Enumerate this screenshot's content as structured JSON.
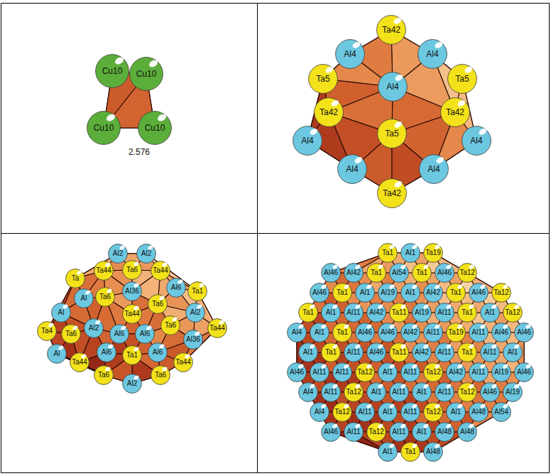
{
  "diagram": {
    "nodes": [
      {
        "text": [
          "Cu10"
        ]
      },
      {
        "text": [
          "Cu10"
        ]
      },
      {
        "text": [
          "Cu10"
        ]
      },
      {
        "text": [
          "Cu10"
        ]
      },
      {
        "text": [
          "Ta42"
        ]
      },
      {
        "text": [
          "Al4"
        ]
      },
      {
        "text": [
          "Al4"
        ]
      },
      {
        "text": [
          "Ta5"
        ]
      },
      {
        "text": [
          "Al4"
        ]
      },
      {
        "text": [
          "Ta5"
        ]
      },
      {
        "text": [
          "Ta42"
        ]
      },
      {
        "text": [
          "Ta42"
        ]
      },
      {
        "text": [
          "Al4"
        ]
      },
      {
        "text": [
          "Ta5"
        ]
      },
      {
        "text": [
          "Al4"
        ]
      },
      {
        "text": [
          "Al4"
        ]
      },
      {
        "text": [
          "Al4"
        ]
      },
      {
        "text": [
          "Ta42"
        ]
      },
      {
        "text": [
          "Al2"
        ]
      },
      {
        "text": [
          "Al2"
        ]
      },
      {
        "text": [
          "Ta44"
        ]
      },
      {
        "text": [
          "Ta6"
        ]
      },
      {
        "text": [
          "Ta44"
        ]
      },
      {
        "text": [
          "Ta"
        ]
      },
      {
        "text": [
          "Al36"
        ]
      },
      {
        "text": [
          "Al6"
        ]
      },
      {
        "text": [
          "Ta1"
        ]
      },
      {
        "text": [
          "Al"
        ]
      },
      {
        "text": [
          "Ta6"
        ]
      },
      {
        "text": [
          "Ta6"
        ]
      },
      {
        "text": [
          "Al2"
        ]
      },
      {
        "text": [
          "Al"
        ]
      },
      {
        "text": [
          "Ta44"
        ]
      },
      {
        "text": [
          "Ta4"
        ]
      },
      {
        "text": [
          "Ta6"
        ]
      },
      {
        "text": [
          "Al2"
        ]
      },
      {
        "text": [
          "Al6"
        ]
      },
      {
        "text": [
          "Al6"
        ]
      },
      {
        "text": [
          "Ta6"
        ]
      },
      {
        "text": [
          "Ta44"
        ]
      },
      {
        "text": [
          "Al36"
        ]
      },
      {
        "text": [
          "Al"
        ]
      },
      {
        "text": [
          "Ta1"
        ]
      },
      {
        "text": [
          "Al6"
        ]
      },
      {
        "text": [
          "Al6"
        ]
      },
      {
        "text": [
          "Ta44"
        ]
      },
      {
        "text": [
          "Ta44"
        ]
      },
      {
        "text": [
          "Ta6"
        ]
      },
      {
        "text": [
          "Ta6"
        ]
      },
      {
        "text": [
          "Al2"
        ]
      },
      {
        "text": [
          "Ta1"
        ]
      },
      {
        "text": [
          "Al1"
        ]
      },
      {
        "text": [
          "Ta19"
        ]
      },
      {
        "text": [
          "Al46"
        ]
      },
      {
        "text": [
          "Al42"
        ]
      },
      {
        "text": [
          "Ta1"
        ]
      },
      {
        "text": [
          "Al54"
        ]
      },
      {
        "text": [
          "Ta1"
        ]
      },
      {
        "text": [
          "Al46"
        ]
      },
      {
        "text": [
          "Ta12"
        ]
      },
      {
        "text": [
          "Al46"
        ]
      },
      {
        "text": [
          "Ta1"
        ]
      },
      {
        "text": [
          "Al1"
        ]
      },
      {
        "text": [
          "Al19"
        ]
      },
      {
        "text": [
          "Al1"
        ]
      },
      {
        "text": [
          "Al42"
        ]
      },
      {
        "text": [
          "Ta1"
        ]
      },
      {
        "text": [
          "Al46"
        ]
      },
      {
        "text": [
          "Ta12"
        ]
      },
      {
        "text": [
          "Ta1"
        ]
      },
      {
        "text": [
          "Al1"
        ]
      },
      {
        "text": [
          "Al11"
        ]
      },
      {
        "text": [
          "Al42"
        ]
      },
      {
        "text": [
          "Ta11"
        ]
      },
      {
        "text": [
          "Al19"
        ]
      },
      {
        "text": [
          "Al11"
        ]
      },
      {
        "text": [
          "Ta1"
        ]
      },
      {
        "text": [
          "Al1"
        ]
      },
      {
        "text": [
          "Ta12"
        ]
      },
      {
        "text": [
          "Al4"
        ]
      },
      {
        "text": [
          "Al1"
        ]
      },
      {
        "text": [
          "Ta1"
        ]
      },
      {
        "text": [
          "Al46"
        ]
      },
      {
        "text": [
          "Al46"
        ]
      },
      {
        "text": [
          "Al42"
        ]
      },
      {
        "text": [
          "Al11"
        ]
      },
      {
        "text": [
          "Ta19"
        ]
      },
      {
        "text": [
          "Al11"
        ]
      },
      {
        "text": [
          "Al46"
        ]
      },
      {
        "text": [
          "Al46"
        ]
      },
      {
        "text": [
          "Al1"
        ]
      },
      {
        "text": [
          "Ta1"
        ]
      },
      {
        "text": [
          "Al11"
        ]
      },
      {
        "text": [
          "Al46"
        ]
      },
      {
        "text": [
          "Ta11"
        ]
      },
      {
        "text": [
          "Al42"
        ]
      },
      {
        "text": [
          "Al11"
        ]
      },
      {
        "text": [
          "Ta1"
        ]
      },
      {
        "text": [
          "Al11"
        ]
      },
      {
        "text": [
          "Al1"
        ]
      },
      {
        "text": [
          "Al46"
        ]
      },
      {
        "text": [
          "Al11"
        ]
      },
      {
        "text": [
          "Al11"
        ]
      },
      {
        "text": [
          "Ta12"
        ]
      },
      {
        "text": [
          "Al1"
        ]
      },
      {
        "text": [
          "Al11"
        ]
      },
      {
        "text": [
          "Ta12"
        ]
      },
      {
        "text": [
          "Al42"
        ]
      },
      {
        "text": [
          "Al11"
        ]
      },
      {
        "text": [
          "Al19"
        ]
      },
      {
        "text": [
          "Al46"
        ]
      },
      {
        "text": [
          "Al4"
        ]
      },
      {
        "text": [
          "Al11"
        ]
      },
      {
        "text": [
          "Ta12"
        ]
      },
      {
        "text": [
          "Al1"
        ]
      },
      {
        "text": [
          "Al11"
        ]
      },
      {
        "text": [
          "Al1"
        ]
      },
      {
        "text": [
          "Al11"
        ]
      },
      {
        "text": [
          "Ta12"
        ]
      },
      {
        "text": [
          "Al46"
        ]
      },
      {
        "text": [
          "Al19"
        ]
      },
      {
        "text": [
          "Al4"
        ]
      },
      {
        "text": [
          "Ta12"
        ]
      },
      {
        "text": [
          "Al11"
        ]
      },
      {
        "text": [
          "Al1"
        ]
      },
      {
        "text": [
          "Al11"
        ]
      },
      {
        "text": [
          "Ta12"
        ]
      },
      {
        "text": [
          "Al1"
        ]
      },
      {
        "text": [
          "Al48"
        ]
      },
      {
        "text": [
          "Al54"
        ]
      },
      {
        "text": [
          "Al46"
        ]
      },
      {
        "text": [
          "Al11"
        ]
      },
      {
        "text": [
          "Ta12"
        ]
      },
      {
        "text": [
          "Al11"
        ]
      },
      {
        "text": [
          "Al1"
        ]
      },
      {
        "text": [
          "Al48"
        ]
      },
      {
        "text": [
          "Al48"
        ]
      },
      {
        "text": [
          "Al1"
        ]
      },
      {
        "text": [
          "Ta1"
        ]
      },
      {
        "text": [
          "Al48"
        ]
      }
    ],
    "labels": [
      "2.576"
    ]
  }
}
